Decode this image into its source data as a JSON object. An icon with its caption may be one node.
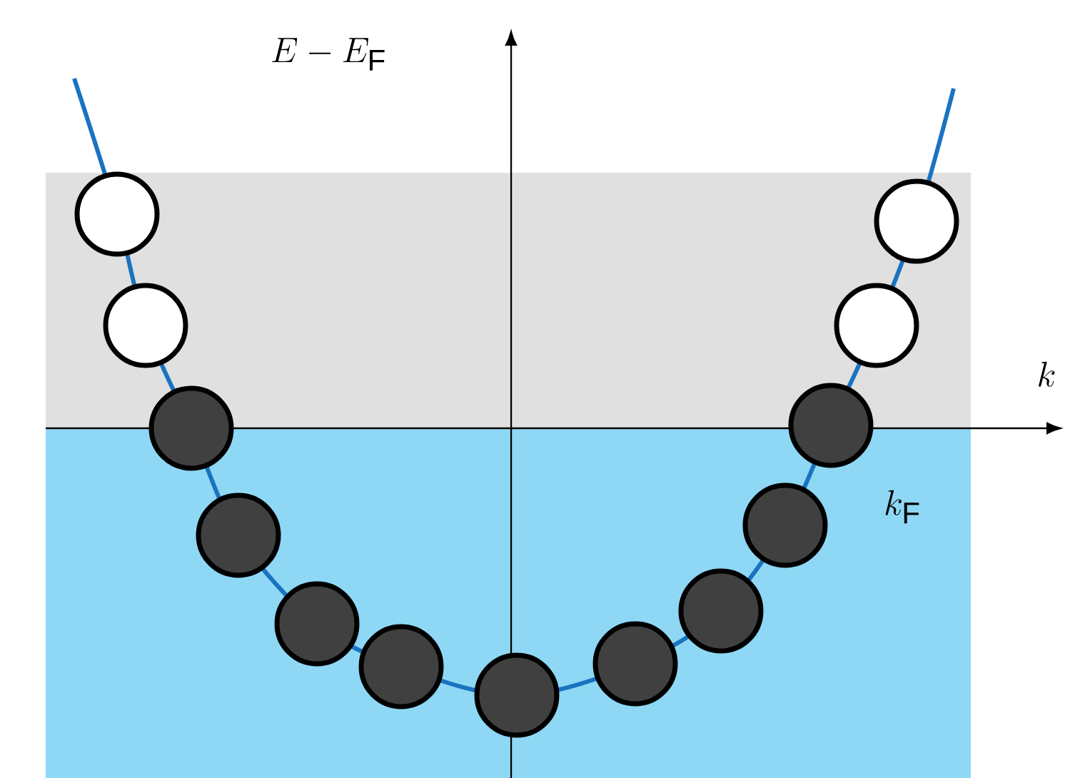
{
  "diagram": {
    "labels": [
      "E - E_{\\mathrm{F}}",
      "k",
      "k_{\\mathrm{F}}"
    ]
  }
}
